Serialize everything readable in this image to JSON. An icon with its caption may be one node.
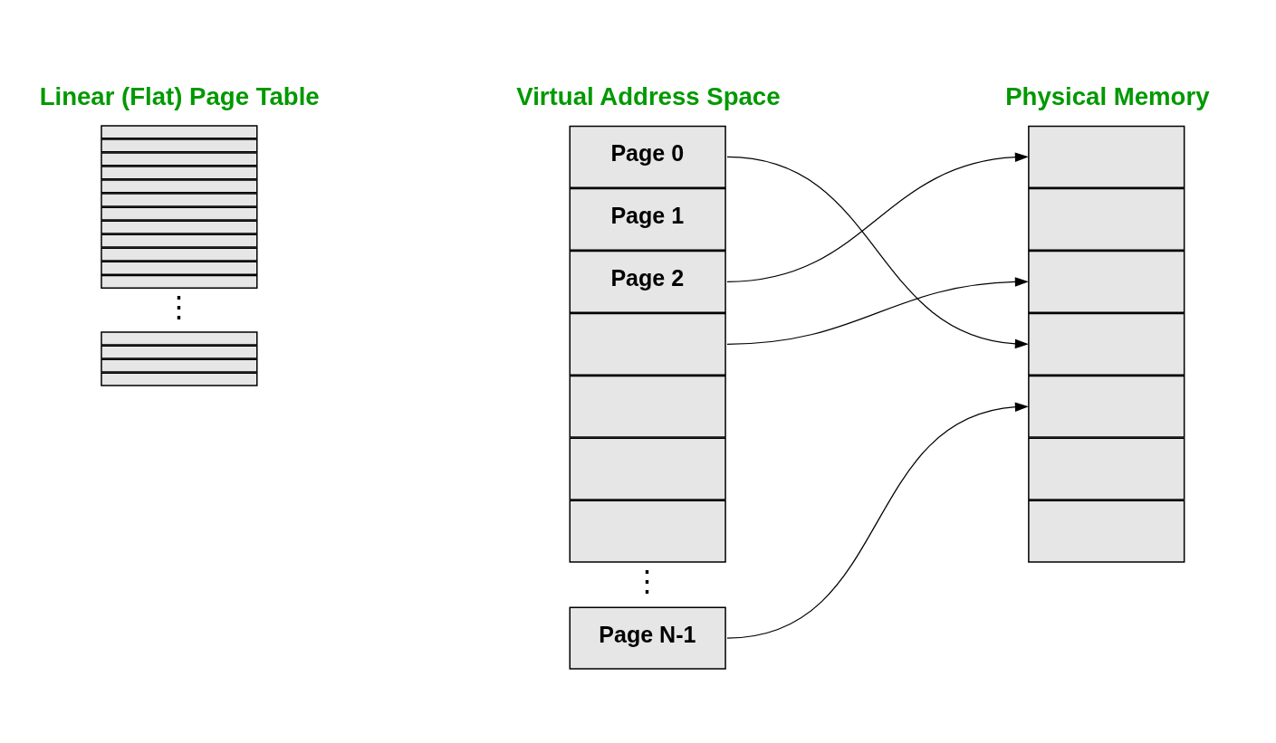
{
  "diagram": {
    "nodes": [
      {
        "text": [],
        "shape": "box"
      },
      {
        "text": [],
        "shape": "box"
      },
      {
        "text": [],
        "shape": "box"
      },
      {
        "text": [],
        "shape": "box"
      },
      {
        "text": [],
        "shape": "box"
      },
      {
        "text": [],
        "shape": "box"
      },
      {
        "text": [],
        "shape": "box"
      },
      {
        "text": [],
        "shape": "box"
      },
      {
        "text": [],
        "shape": "box"
      },
      {
        "text": [],
        "shape": "box"
      },
      {
        "text": [],
        "shape": "box"
      },
      {
        "text": [],
        "shape": "box"
      },
      {
        "text": [],
        "shape": "box"
      },
      {
        "text": [],
        "shape": "box"
      },
      {
        "text": [],
        "shape": "box"
      },
      {
        "text": [],
        "shape": "box"
      },
      {
        "text": [
          "Page 0"
        ]
      },
      {
        "text": [
          "Page 1"
        ]
      },
      {
        "text": [
          "Page 2"
        ]
      },
      {
        "text": [],
        "shape": "box"
      },
      {
        "text": [],
        "shape": "box"
      },
      {
        "text": [],
        "shape": "box"
      },
      {
        "text": [],
        "shape": "box"
      },
      {
        "text": [
          "Page N-1"
        ]
      },
      {
        "text": [],
        "shape": "box"
      },
      {
        "text": [],
        "shape": "box"
      },
      {
        "text": [],
        "shape": "box"
      },
      {
        "text": [],
        "shape": "box"
      },
      {
        "text": [],
        "shape": "box"
      },
      {
        "text": [],
        "shape": "box"
      },
      {
        "text": [],
        "shape": "box"
      }
    ],
    "edges": [
      {
        "from": 16,
        "to": 27,
        "arrow": "to"
      },
      {
        "from": 18,
        "to": 24,
        "arrow": "to"
      },
      {
        "from": 19,
        "to": 26,
        "arrow": "to"
      },
      {
        "from": 23,
        "to": 28,
        "arrow": "to"
      }
    ],
    "labels": [
      "Linear (Flat) Page Table",
      "⋮",
      "Virtual Address Space",
      "⋮",
      "Physical Memory"
    ]
  }
}
